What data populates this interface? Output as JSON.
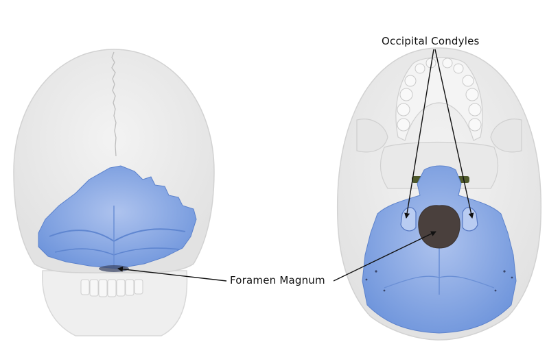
{
  "labels": {
    "occipital_condyles": "Occipital Condyles",
    "foramen_magnum": "Foramen Magnum"
  },
  "colors": {
    "background": "#ffffff",
    "skull_bone": "#ebebeb",
    "skull_outline": "#d4d4d4",
    "occipital_highlight": "#7c9fe0",
    "occipital_highlight_light": "#a9c0ee",
    "foramen_hole": "#4a403d",
    "ligament_green": "#4f5a2c",
    "leader_line": "#111111"
  },
  "views": [
    {
      "id": "posterior",
      "description_visible": "skull posterior view"
    },
    {
      "id": "inferior",
      "description_visible": "skull inferior view"
    }
  ]
}
